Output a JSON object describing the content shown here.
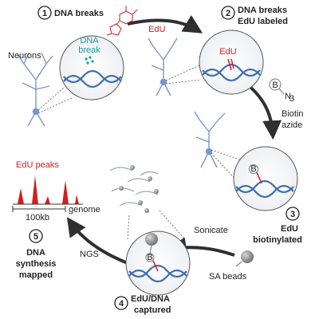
{
  "steps": [
    {
      "number": "1",
      "title": "DNA breaks"
    },
    {
      "number": "2",
      "title_line1": "DNA breaks",
      "title_line2": "EdU labeled"
    },
    {
      "number": "3",
      "title_line1": "EdU",
      "title_line2": "biotinylated"
    },
    {
      "number": "4",
      "title_line1": "EdU/DNA",
      "title_line2": "captured"
    },
    {
      "number": "5",
      "title_line1": "DNA",
      "title_line2": "synthesis",
      "title_line3": "mapped"
    }
  ],
  "labels": {
    "edu_arrow": "EdU",
    "dna_break_line1": "DNA",
    "dna_break_line2": "break",
    "neurons": "Neurons",
    "edu_in_circle": "EdU",
    "biotin_line1": "Biotin",
    "biotin_line2": "azide",
    "biotin_symbol": "B",
    "azide": "N",
    "azide_sub": "3",
    "sonicate": "Sonicate",
    "sa_beads": "SA beads",
    "ngs": "NGS",
    "edu_peaks": "EdU peaks",
    "scale": "100kb",
    "genome": "genome"
  },
  "colors": {
    "accent_red": "#d21f1f",
    "teal": "#1f9a9a",
    "neuron_blue": "#7b97c9",
    "dna_blue": "#3f6fb0",
    "arrow": "#2f2f2f"
  }
}
